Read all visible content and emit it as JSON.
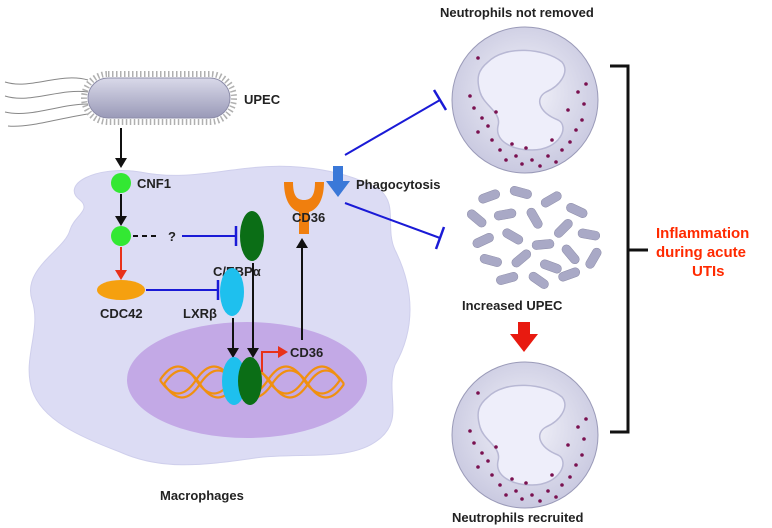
{
  "labels": {
    "upec": "UPEC",
    "cnf1": "CNF1",
    "question": "?",
    "cebpa": "C/EBPα",
    "cdc42": "CDC42",
    "lxrb": "LXRβ",
    "cd36_receptor": "CD36",
    "cd36_gene": "CD36",
    "phagocytosis": "Phagocytosis",
    "macrophages": "Macrophages",
    "neutrophils_not_removed": "Neutrophils not removed",
    "increased_upec": "Increased UPEC",
    "neutrophils_recruited": "Neutrophils recruited",
    "inflammation_line1": "Inflammation",
    "inflammation_line2": "during acute",
    "inflammation_line3": "UTIs"
  },
  "colors": {
    "inhibition": "#1a1ad6",
    "activation": "#111111",
    "upregulation": "#e8311a",
    "macrophage": "#dcdcf4",
    "nucleus": "#c3a9e6",
    "cnf1_node": "#33e833",
    "cdc42": "#f5a00f",
    "lxrb": "#1ec0ee",
    "cebpa": "#0b6e16",
    "cd36": "#f07f0e",
    "phagocytosis_arrow": "#3a78d8",
    "recruit_arrow": "#e81a10",
    "neutrophil_bg": "#dcdcee",
    "granule": "#7a1150",
    "bacterium": "#a9a9c6",
    "inflammation_text": "#ff2a00"
  }
}
